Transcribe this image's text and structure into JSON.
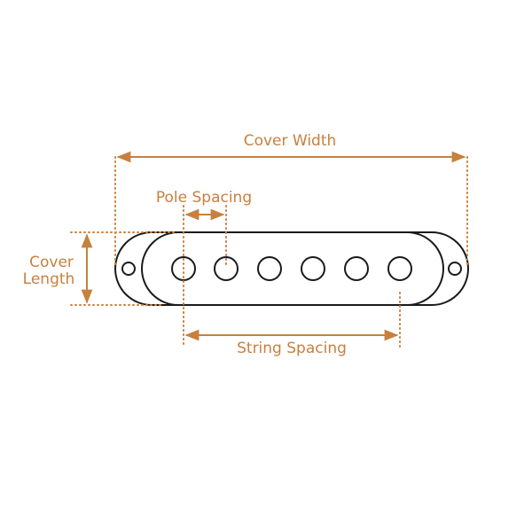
{
  "labels": {
    "cover_width": "Cover Width",
    "pole_spacing": "Pole Spacing",
    "cover_length_line1": "Cover",
    "cover_length_line2": "Length",
    "string_spacing": "String Spacing"
  },
  "colors": {
    "dimension": "#c8803f",
    "outline": "#1a1a1a",
    "background": "#ffffff"
  },
  "pole_count": 6,
  "mounting_hole_count": 2
}
